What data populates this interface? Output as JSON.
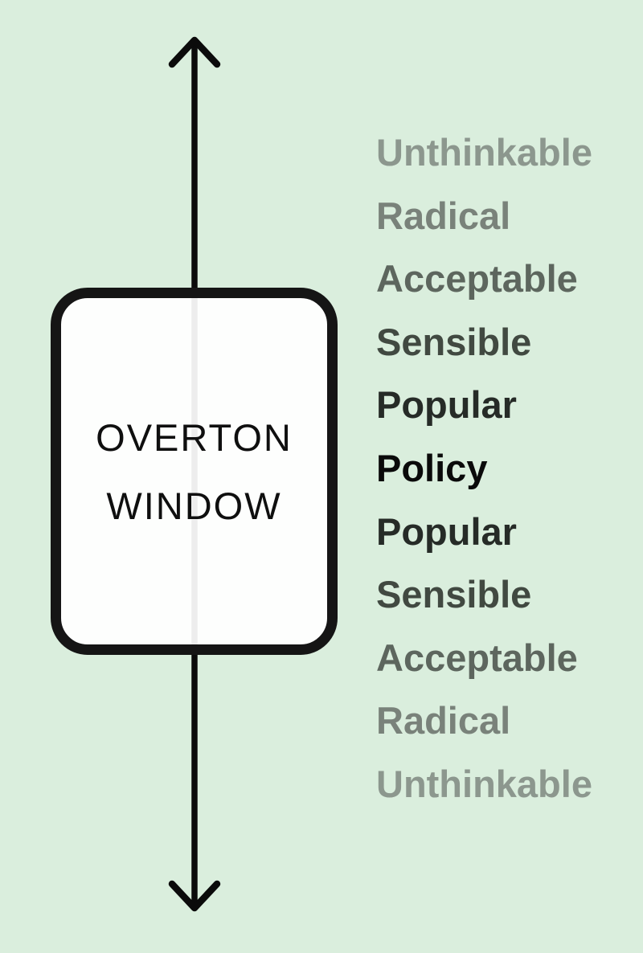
{
  "diagram": {
    "background_color": "#daeedd",
    "arrow_color": "#0b0b0b",
    "box_border_color": "#151515",
    "box_fill": "rgba(255,255,255,0.93)",
    "title_line1": "OVERTON",
    "title_line2": "WINDOW"
  },
  "levels": [
    {
      "label": "Unthinkable",
      "color": "#8c978e"
    },
    {
      "label": "Radical",
      "color": "#79827a"
    },
    {
      "label": "Acceptable",
      "color": "#5d665e"
    },
    {
      "label": "Sensible",
      "color": "#414941"
    },
    {
      "label": "Popular",
      "color": "#262b27"
    },
    {
      "label": "Policy",
      "color": "#0a0a0a"
    },
    {
      "label": "Popular",
      "color": "#262b27"
    },
    {
      "label": "Sensible",
      "color": "#414941"
    },
    {
      "label": "Acceptable",
      "color": "#5d665e"
    },
    {
      "label": "Radical",
      "color": "#79827a"
    },
    {
      "label": "Unthinkable",
      "color": "#8c978e"
    }
  ]
}
